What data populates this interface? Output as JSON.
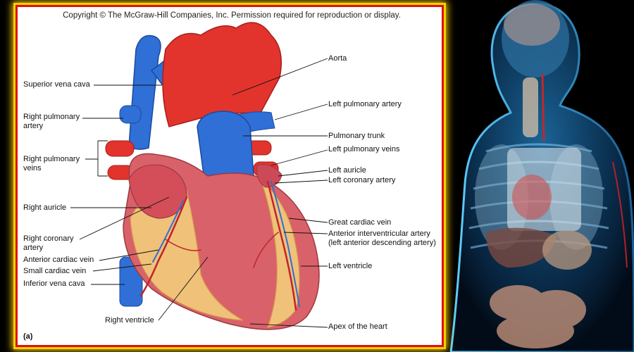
{
  "copyright": "Copyright © The McGraw-Hill Companies, Inc. Permission required for reproduction or display.",
  "figure_letter": "(a)",
  "labels_left": {
    "superior_vena_cava": "Superior vena cava",
    "right_pulmonary_artery": "Right pulmonary\nartery",
    "right_pulmonary_veins": "Right pulmonary\nveins",
    "right_auricle": "Right auricle",
    "right_coronary_artery": "Right coronary\nartery",
    "anterior_cardiac_vein": "Anterior cardiac vein",
    "small_cardiac_vein": "Small cardiac vein",
    "inferior_vena_cava": "Inferior vena cava",
    "right_ventricle": "Right ventricle"
  },
  "labels_right": {
    "aorta": "Aorta",
    "left_pulmonary_artery": "Left pulmonary artery",
    "pulmonary_trunk": "Pulmonary trunk",
    "left_pulmonary_veins": "Left pulmonary veins",
    "left_auricle": "Left auricle",
    "left_coronary_artery": "Left coronary artery",
    "great_cardiac_vein": "Great cardiac vein",
    "anterior_interventricular_artery": "Anterior interventricular artery\n(left anterior descending artery)",
    "left_ventricle": "Left ventricle",
    "apex_of_the_heart": "Apex of the heart"
  },
  "colors": {
    "panel_border": "#e01010",
    "panel_glow": "#f5d000",
    "vein_blue": "#2f6fd6",
    "artery_red": "#e2342c",
    "fat_yellow": "#f2c77a",
    "muscle_pink": "#d9616a",
    "body_cyan": "#3aa8e0"
  }
}
